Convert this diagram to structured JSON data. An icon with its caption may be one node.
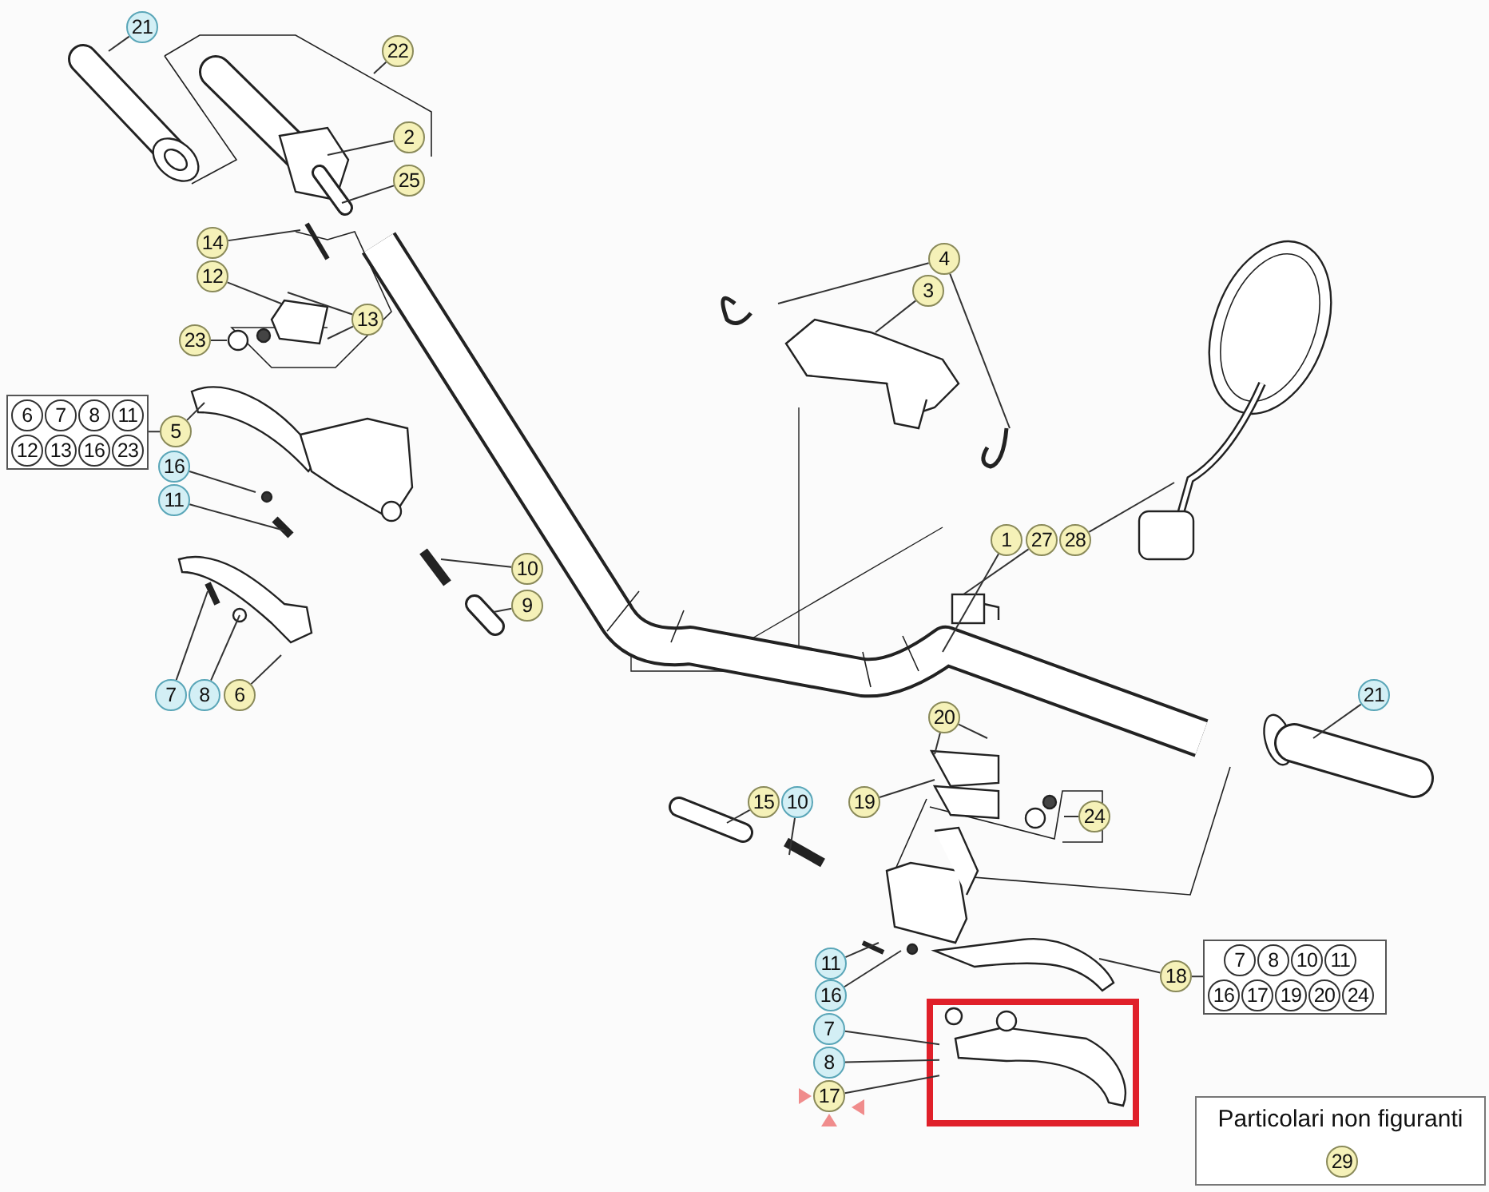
{
  "diagram": {
    "nodes": [
      {
        "text": [
          "21"
        ]
      },
      {
        "text": [
          "22"
        ]
      },
      {
        "text": [
          "2"
        ]
      },
      {
        "text": [
          "25"
        ]
      },
      {
        "text": [
          "14"
        ]
      },
      {
        "text": [
          "4"
        ]
      },
      {
        "text": [
          "12"
        ]
      },
      {
        "text": [
          "3"
        ]
      },
      {
        "text": [
          "13"
        ]
      },
      {
        "text": [
          "23"
        ]
      },
      {
        "text": [],
        "shape": "box"
      },
      {
        "text": [
          "6"
        ],
        "in": 10
      },
      {
        "text": [
          "7"
        ],
        "in": 10
      },
      {
        "text": [
          "8"
        ],
        "in": 10
      },
      {
        "text": [
          "11"
        ],
        "in": 10
      },
      {
        "text": [
          "12"
        ],
        "in": 10
      },
      {
        "text": [
          "13"
        ],
        "in": 10
      },
      {
        "text": [
          "16"
        ],
        "in": 10
      },
      {
        "text": [
          "23"
        ],
        "in": 10
      },
      {
        "text": [
          "5"
        ]
      },
      {
        "text": [
          "16"
        ]
      },
      {
        "text": [
          "11"
        ]
      },
      {
        "text": [
          "1"
        ]
      },
      {
        "text": [
          "27"
        ]
      },
      {
        "text": [
          "28"
        ]
      },
      {
        "text": [
          "10"
        ]
      },
      {
        "text": [
          "9"
        ]
      },
      {
        "text": [
          "7"
        ]
      },
      {
        "text": [
          "8"
        ]
      },
      {
        "text": [
          "6"
        ]
      },
      {
        "text": [
          "21"
        ]
      },
      {
        "text": [
          "20"
        ]
      },
      {
        "text": [
          "15"
        ]
      },
      {
        "text": [
          "10"
        ]
      },
      {
        "text": [
          "19"
        ]
      },
      {
        "text": [
          "24"
        ]
      },
      {
        "text": [],
        "shape": "box"
      },
      {
        "text": [
          "7"
        ],
        "in": 36
      },
      {
        "text": [
          "8"
        ],
        "in": 36
      },
      {
        "text": [
          "10"
        ],
        "in": 36
      },
      {
        "text": [
          "11"
        ],
        "in": 36
      },
      {
        "text": [
          "16"
        ],
        "in": 36
      },
      {
        "text": [
          "17"
        ],
        "in": 36
      },
      {
        "text": [
          "19"
        ],
        "in": 36
      },
      {
        "text": [
          "20"
        ],
        "in": 36
      },
      {
        "text": [
          "24"
        ],
        "in": 36
      },
      {
        "text": [
          "18"
        ]
      },
      {
        "text": [
          "11"
        ]
      },
      {
        "text": [
          "16"
        ]
      },
      {
        "text": [
          "7"
        ]
      },
      {
        "text": [
          "8"
        ]
      },
      {
        "text": [
          "17"
        ]
      },
      {
        "text": [
          "Particolari non figuranti"
        ]
      },
      {
        "text": [
          "29"
        ],
        "in": 52
      },
      {
        "text": [],
        "shape": "picture"
      }
    ],
    "edges": [
      {
        "from": 0,
        "to": null,
        "arrow": "none"
      },
      {
        "from": 1,
        "to": null,
        "arrow": "none"
      },
      {
        "from": 2,
        "to": null,
        "arrow": "none"
      },
      {
        "from": 3,
        "to": null,
        "arrow": "none"
      },
      {
        "from": 4,
        "to": null,
        "arrow": "none"
      },
      {
        "from": 5,
        "to": null,
        "arrow": "none"
      },
      {
        "from": 5,
        "to": null,
        "arrow": "none"
      },
      {
        "from": 6,
        "to": null,
        "arrow": "none"
      },
      {
        "from": 7,
        "to": null,
        "arrow": "none"
      },
      {
        "from": 8,
        "to": null,
        "arrow": "none"
      },
      {
        "from": 8,
        "to": null,
        "arrow": "none"
      },
      {
        "from": 9,
        "to": null,
        "arrow": "none"
      },
      {
        "from": 10,
        "to": 19,
        "arrow": "none"
      },
      {
        "from": 19,
        "to": null,
        "arrow": "none"
      },
      {
        "from": 20,
        "to": null,
        "arrow": "none"
      },
      {
        "from": 21,
        "to": null,
        "arrow": "none"
      },
      {
        "from": 22,
        "to": null,
        "arrow": "none"
      },
      {
        "from": 23,
        "to": null,
        "arrow": "none"
      },
      {
        "from": 24,
        "to": null,
        "arrow": "none"
      },
      {
        "from": 25,
        "to": null,
        "arrow": "none"
      },
      {
        "from": 26,
        "to": null,
        "arrow": "none"
      },
      {
        "from": 27,
        "to": null,
        "arrow": "none"
      },
      {
        "from": 28,
        "to": null,
        "arrow": "none"
      },
      {
        "from": 29,
        "to": null,
        "arrow": "none"
      },
      {
        "from": 30,
        "to": null,
        "arrow": "none"
      },
      {
        "from": 31,
        "to": null,
        "arrow": "none"
      },
      {
        "from": 31,
        "to": null,
        "arrow": "none"
      },
      {
        "from": 32,
        "to": null,
        "arrow": "none"
      },
      {
        "from": 33,
        "to": null,
        "arrow": "none"
      },
      {
        "from": 34,
        "to": null,
        "arrow": "none"
      },
      {
        "from": 35,
        "to": null,
        "arrow": "none"
      },
      {
        "from": 36,
        "to": 46,
        "arrow": "none"
      },
      {
        "from": 46,
        "to": null,
        "arrow": "none"
      },
      {
        "from": 47,
        "to": null,
        "arrow": "none"
      },
      {
        "from": 48,
        "to": null,
        "arrow": "none"
      },
      {
        "from": 49,
        "to": 54,
        "arrow": "none"
      },
      {
        "from": 50,
        "to": 54,
        "arrow": "none"
      },
      {
        "from": 51,
        "to": 54,
        "arrow": "none"
      }
    ]
  }
}
